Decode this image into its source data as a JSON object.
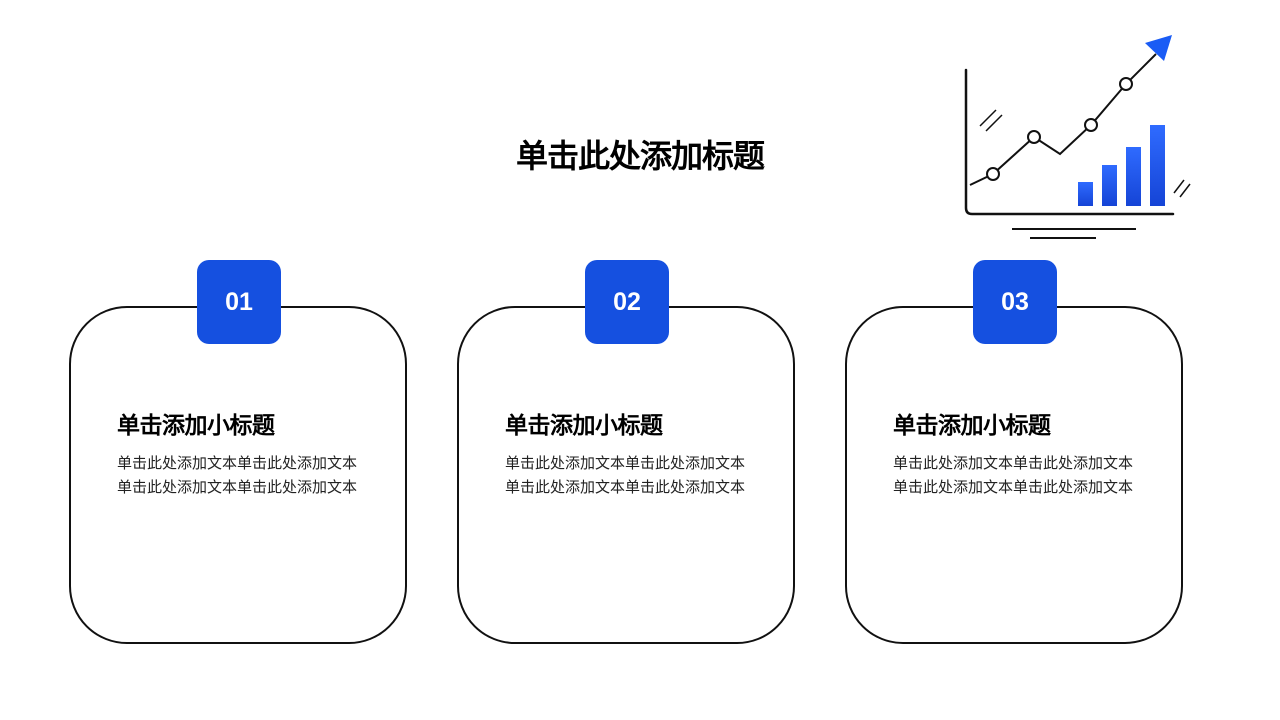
{
  "slide": {
    "title": "单击此处添加标题"
  },
  "cards": [
    {
      "number": "01",
      "heading": "单击添加小标题",
      "body": "单击此处添加文本单击此处添加文本单击此处添加文本单击此处添加文本"
    },
    {
      "number": "02",
      "heading": "单击添加小标题",
      "body": "单击此处添加文本单击此处添加文本单击此处添加文本单击此处添加文本"
    },
    {
      "number": "03",
      "heading": "单击添加小标题",
      "body": "单击此处添加文本单击此处添加文本单击此处添加文本单击此处添加文本"
    }
  ],
  "decoration": {
    "icon": "growth-chart-icon"
  },
  "colors": {
    "accent": "#1550e0",
    "outline": "#111111",
    "background": "#ffffff"
  }
}
